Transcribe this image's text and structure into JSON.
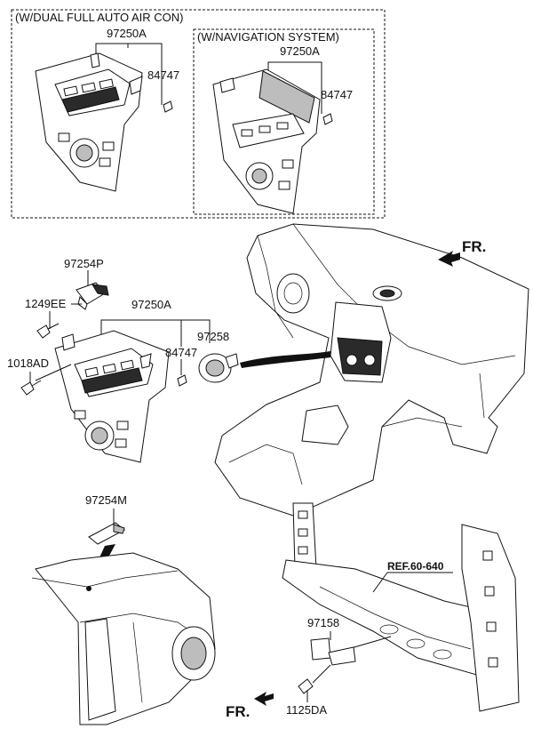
{
  "boxes": {
    "dual_air_con": "(W/DUAL FULL AUTO AIR CON)",
    "navigation": "(W/NAVIGATION SYSTEM)"
  },
  "part_numbers": {
    "controller_a": "97250A",
    "controller_b": "97250A",
    "controller_main": "97250A",
    "screw_a": "84747",
    "screw_b": "84747",
    "screw_main": "84747",
    "sensor_97254P": "97254P",
    "screw_1249EE": "1249EE",
    "screw_1018AD": "1018AD",
    "sensor_97258": "97258",
    "sensor_97254M": "97254M",
    "ambient_97158": "97158",
    "bolt_1125DA": "1125DA"
  },
  "reference": "REF.60-640",
  "direction": {
    "top": "FR.",
    "bottom": "FR."
  }
}
